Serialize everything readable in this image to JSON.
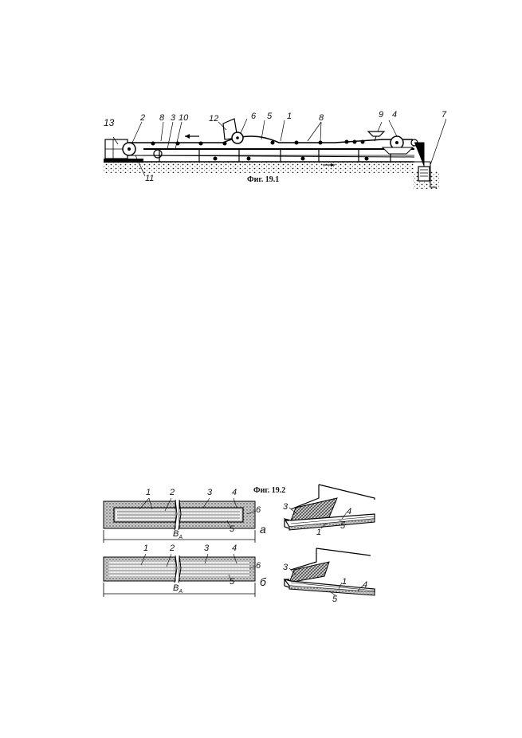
{
  "figure_1": {
    "caption": "Фиг. 19.1",
    "callouts": {
      "n13": "13",
      "n2": "2",
      "n8a": "8",
      "n3": "3",
      "n10": "10",
      "n12": "12",
      "n6": "6",
      "n5": "5",
      "n1": "1",
      "n8b": "8",
      "n9": "9",
      "n4": "4",
      "n7": "7",
      "n11": "11"
    }
  },
  "figure_2": {
    "caption": "Фиг. 19.2",
    "top_section": {
      "callouts": {
        "n1": "1",
        "n2": "2",
        "n3": "3",
        "n4": "4",
        "n5": "5",
        "n6": "6"
      },
      "width_label": "B",
      "width_subscript": "A",
      "variant_letter": "a"
    },
    "bottom_section": {
      "callouts": {
        "n1": "1",
        "n2": "2",
        "n3": "3",
        "n4": "4",
        "n5": "5",
        "n6": "6"
      },
      "width_label": "B",
      "width_subscript": "A",
      "variant_letter": "б"
    },
    "perspective_top": {
      "callouts": {
        "n3": "3",
        "n4": "4",
        "n1": "1",
        "n5": "5"
      }
    },
    "perspective_bottom": {
      "callouts": {
        "n3": "3",
        "n1": "1",
        "n4": "4",
        "n5": "5"
      }
    }
  }
}
